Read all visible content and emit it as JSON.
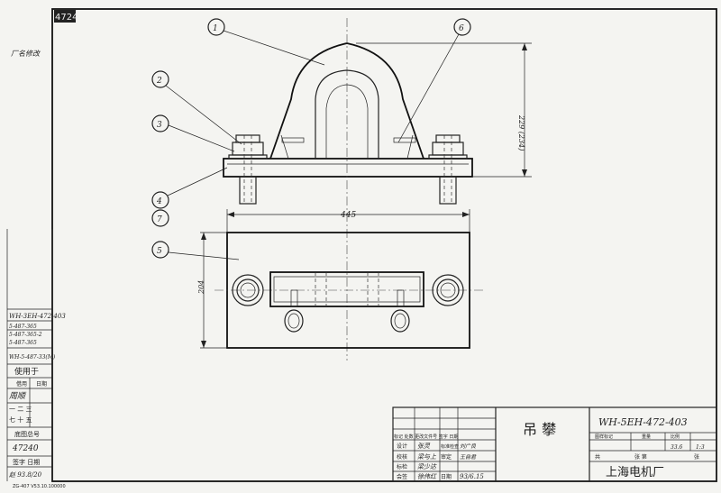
{
  "stamp": {
    "number": "4724"
  },
  "balloons": [
    "1",
    "2",
    "3",
    "4",
    "5",
    "6",
    "7"
  ],
  "dimensions": {
    "height": "229 (234)",
    "width": "445",
    "depth": "204"
  },
  "margin": {
    "top_note": "厂名修改",
    "list": [
      "WH-3EH-472-403",
      "5-487-365",
      "5-487-365-2",
      "5-487-365",
      "WH-5-487-33(M)"
    ],
    "used_for": "使用于",
    "cols": [
      "借用",
      "日期"
    ],
    "sign_a": "周顺",
    "row_a": "一 二 三",
    "row_b": "七 十 五",
    "origin": "底图总号",
    "origin_no": "47240",
    "sign_date": "签字 日期",
    "bottom_sign": "赵 93.8/20",
    "footer": "ZG-407 V53.10.100000"
  },
  "title_block": {
    "rev_header": "标记 处数 更改文件号 签字 日期",
    "roles": [
      "设计",
      "校核",
      "标检",
      "会签",
      "标准检查",
      "审定",
      "日期"
    ],
    "signatures": [
      "张灵",
      "梁与上",
      "梁少达",
      "徐伟红",
      "刘广良",
      "王自君",
      "93/6.15"
    ],
    "part_name": "吊 攀",
    "drawing_number": "WH-5EH-472-403",
    "headers": [
      "图样标记",
      "重量",
      "比例",
      ""
    ],
    "weight": "33.6",
    "scale": "1:3",
    "sheets": [
      "共",
      "张 第",
      "张"
    ],
    "company": "上海电机厂"
  }
}
